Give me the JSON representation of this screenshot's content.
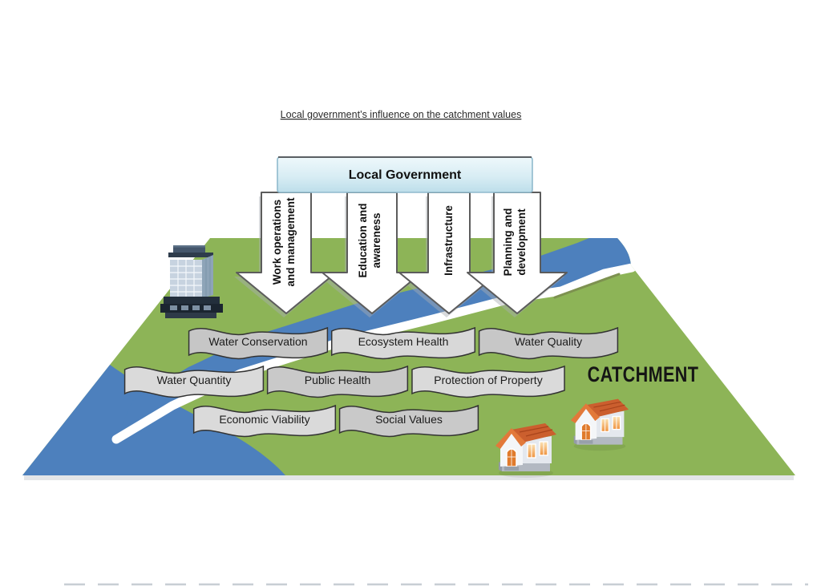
{
  "title": "Local government’s influence on the catchment values",
  "government": {
    "label": "Local Government"
  },
  "arrows": [
    {
      "label_line1": "Work operations",
      "label_line2": "and management"
    },
    {
      "label_line1": "Education and",
      "label_line2": "awareness"
    },
    {
      "label_line1": "Infrastructure"
    },
    {
      "label_line1": "Planning and",
      "label_line2": "development"
    }
  ],
  "catchment": {
    "label": "CATCHMENT",
    "values": [
      {
        "label": "Water Conservation",
        "fill": "#c6c6c6"
      },
      {
        "label": "Ecosystem Health",
        "fill": "#d8d8d8"
      },
      {
        "label": "Water Quality",
        "fill": "#c7c7c7"
      },
      {
        "label": "Water Quantity",
        "fill": "#dadada"
      },
      {
        "label": "Public Health",
        "fill": "#c9c9c9"
      },
      {
        "label": "Protection of Property",
        "fill": "#dadada"
      },
      {
        "label": "Economic Viability",
        "fill": "#dadada"
      },
      {
        "label": "Social Values",
        "fill": "#c9c9c9"
      }
    ]
  },
  "icons": {
    "building": "office-building-icon",
    "house_front": "house-icon",
    "house_back": "house-icon"
  },
  "colors": {
    "land_green": "#8db457",
    "water_blue": "#4d80bd",
    "box_fill_top": "#eef8fb",
    "box_fill_bottom": "#bddeea",
    "box_border": "#8fbacd",
    "arrow_fill": "#ffffff",
    "arrow_border": "#5c5c5c",
    "banner_border": "#333333",
    "text": "#1f1f1f"
  }
}
